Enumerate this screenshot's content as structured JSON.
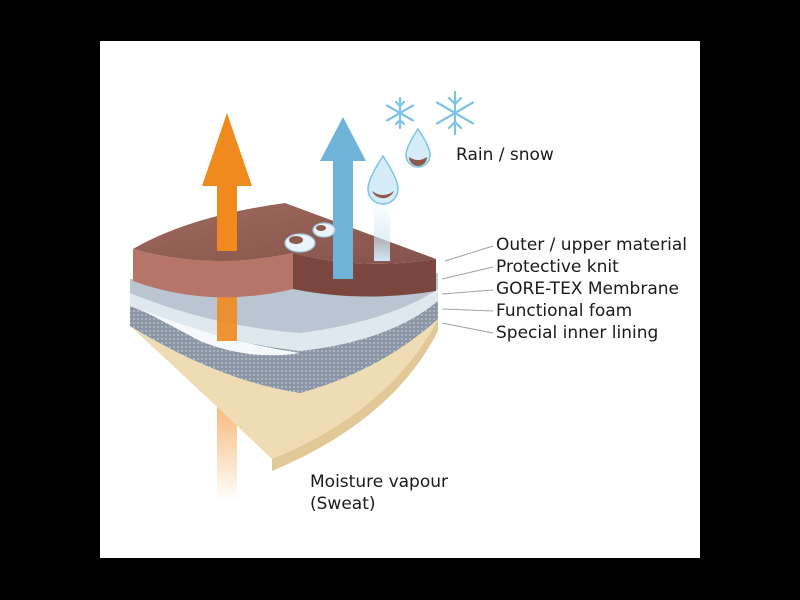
{
  "labels": {
    "rain_snow": "Rain / snow",
    "layers": [
      "Outer / upper material",
      "Protective knit",
      "GORE-TEX Membrane",
      "Functional foam",
      "Special inner lining"
    ],
    "moisture_line1": "Moisture vapour",
    "moisture_line2": "(Sweat)"
  },
  "colors": {
    "background": "#000000",
    "panel": "#ffffff",
    "outer_material": "#8e5a4e",
    "protective_knit": "#b9c6d2",
    "membrane": "#dfe8ef",
    "functional_foam": "#8a96a6",
    "inner_lining": "#efdcb4",
    "sweat_arrow": "#f08a1e",
    "rain_arrow": "#6fb3d9",
    "snowflake": "#7cc3e8"
  },
  "icons": [
    "snowflake-icon",
    "raindrop-icon",
    "water-bead-icon"
  ]
}
